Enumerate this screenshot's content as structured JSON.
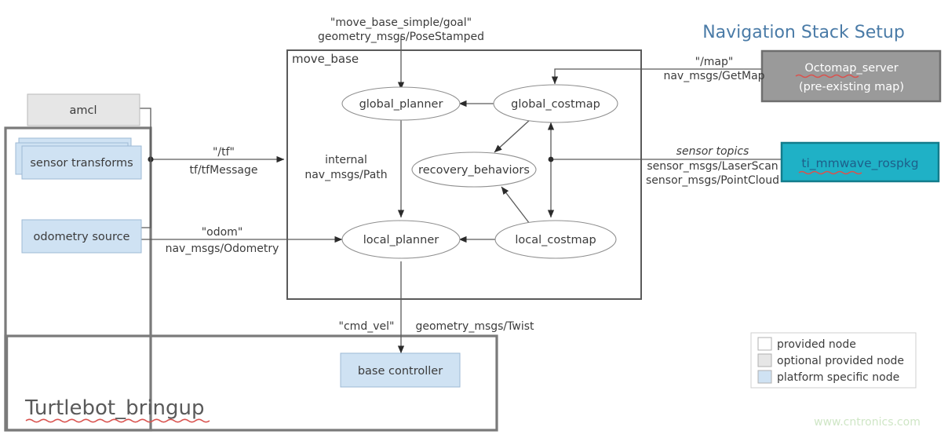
{
  "title": "Navigation Stack Setup",
  "watermark": "www.cntronics.com",
  "brand_label": "Turtlebot_bringup",
  "containers": {
    "move_base": "move_base"
  },
  "nodes": {
    "global_planner": "global_planner",
    "global_costmap": "global_costmap",
    "recovery_behaviors": "recovery_behaviors",
    "local_planner": "local_planner",
    "local_costmap": "local_costmap",
    "amcl": "amcl",
    "sensor_transforms": "sensor transforms",
    "odometry_source": "odometry source",
    "base_controller": "base controller",
    "octomap_server_line1": "Octomap_server",
    "octomap_server_line2": "(pre-existing  map)",
    "ti_mmwave_rospkg": "ti_mmwave_rospkg"
  },
  "edges": {
    "goal_topic": "\"move_base_simple/goal\"",
    "goal_type": "geometry_msgs/PoseStamped",
    "map_topic": "\"/map\"",
    "map_type": "nav_msgs/GetMap",
    "sensor_topics": "sensor topics",
    "sensor_type_1": "sensor_msgs/LaserScan",
    "sensor_type_2": "sensor_msgs/PointCloud",
    "tf_topic": "\"/tf\"",
    "tf_type": "tf/tfMessage",
    "odom_topic": "\"odom\"",
    "odom_type": "nav_msgs/Odometry",
    "internal_label": "internal",
    "internal_type": "nav_msgs/Path",
    "cmd_vel_topic": "\"cmd_vel\"",
    "cmd_vel_type": "geometry_msgs/Twist"
  },
  "legend": {
    "items": [
      {
        "label": "provided node",
        "color": "#ffffff"
      },
      {
        "label": "optional provided node",
        "color": "#e6e6e6"
      },
      {
        "label": "platform specific node",
        "color": "#cfe2f3"
      }
    ]
  },
  "colors": {
    "title_blue": "#4a7ba7",
    "platform_blue": "#cfe2f3",
    "optional_gray": "#e6e6e6",
    "octomap_gray": "#9a9a9a",
    "mmwave_teal": "#1fb1c6",
    "watermark_green": "#cfe6c6"
  }
}
